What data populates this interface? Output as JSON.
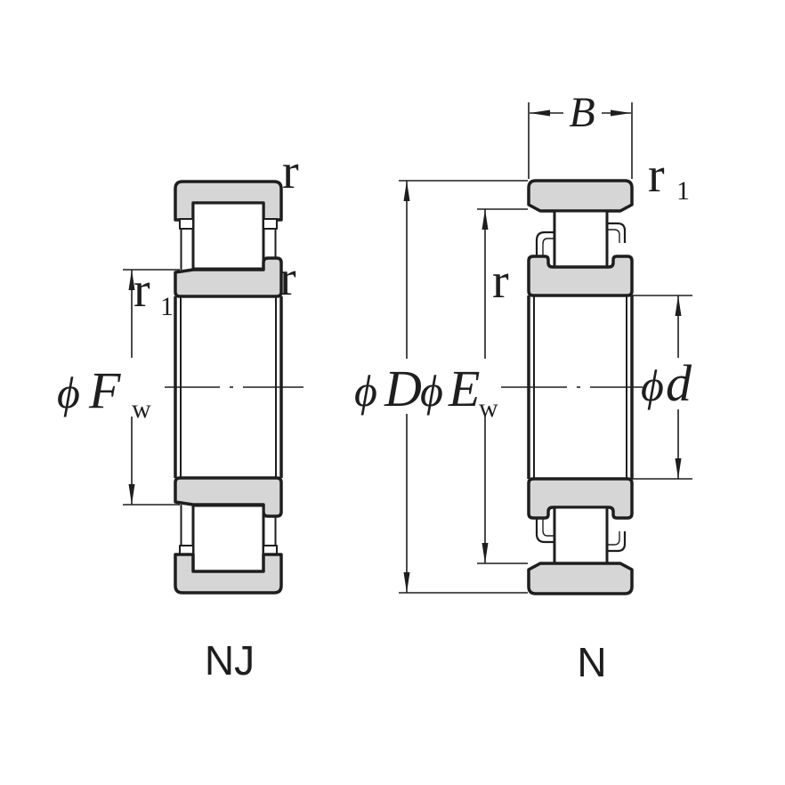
{
  "figure": {
    "description": "Cross-section dimension drawings of two cylindrical roller bearings",
    "background_color": "#ffffff",
    "line_color": "#1e1e1e",
    "ring_fill_color": "#d6d6d6"
  },
  "left_bearing": {
    "caption": "NJ",
    "labels": {
      "r_top": "r",
      "r_mid": "r",
      "r1_main": "r",
      "r1_sub": "1",
      "fw_phi": "ϕ",
      "fw_letter": "F",
      "fw_sub": "w"
    }
  },
  "right_bearing": {
    "caption": "N",
    "labels": {
      "b": "B",
      "r1_main": "r",
      "r1_sub": "1",
      "r": "r",
      "D_phi": "ϕ",
      "D_letter": "D",
      "Ew_phi": "ϕ",
      "Ew_letter": "E",
      "Ew_sub": "w",
      "d_phi": "ϕ",
      "d_letter": "d"
    }
  }
}
